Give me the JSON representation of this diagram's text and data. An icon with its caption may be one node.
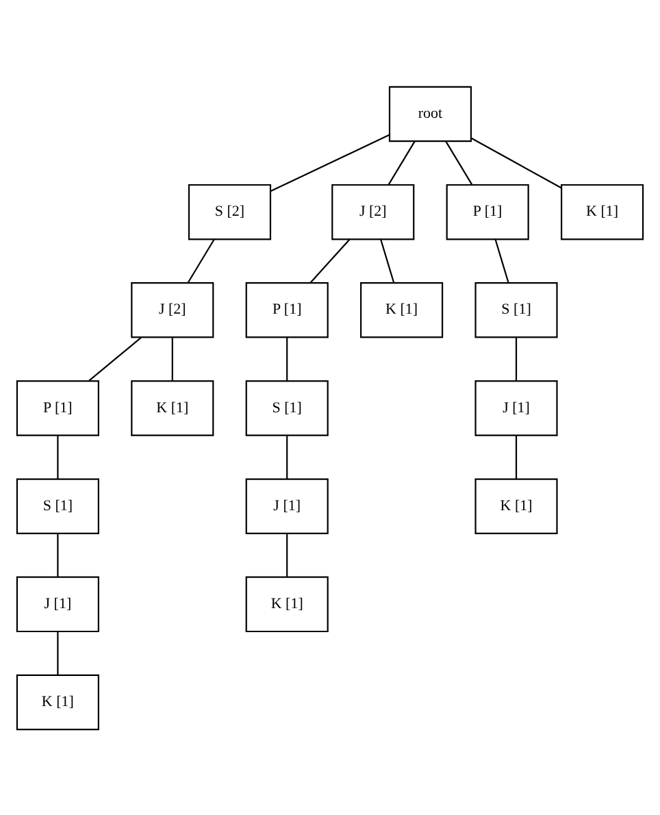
{
  "diagram": {
    "nodes": [
      {
        "text": [
          "root"
        ]
      },
      {
        "text": [
          "S [2]"
        ]
      },
      {
        "text": [
          "J [2]"
        ]
      },
      {
        "text": [
          "P [1]"
        ]
      },
      {
        "text": [
          "K [1]"
        ]
      },
      {
        "text": [
          "J [2]"
        ]
      },
      {
        "text": [
          "P [1]"
        ]
      },
      {
        "text": [
          "K [1]"
        ]
      },
      {
        "text": [
          "S [1]"
        ]
      },
      {
        "text": [
          "P [1]"
        ]
      },
      {
        "text": [
          "K [1]"
        ]
      },
      {
        "text": [
          "S [1]"
        ]
      },
      {
        "text": [
          "J [1]"
        ]
      },
      {
        "text": [
          "S [1]"
        ]
      },
      {
        "text": [
          "J [1]"
        ]
      },
      {
        "text": [
          "K [1]"
        ]
      },
      {
        "text": [
          "J [1]"
        ]
      },
      {
        "text": [
          "K [1]"
        ]
      },
      {
        "text": [
          "K [1]"
        ]
      }
    ],
    "edges": [
      {
        "from": 0,
        "to": 1,
        "arrow": "none"
      },
      {
        "from": 0,
        "to": 2,
        "arrow": "none"
      },
      {
        "from": 0,
        "to": 3,
        "arrow": "none"
      },
      {
        "from": 0,
        "to": 4,
        "arrow": "none"
      },
      {
        "from": 1,
        "to": 5,
        "arrow": "none"
      },
      {
        "from": 2,
        "to": 6,
        "arrow": "none"
      },
      {
        "from": 2,
        "to": 7,
        "arrow": "none"
      },
      {
        "from": 3,
        "to": 8,
        "arrow": "none"
      },
      {
        "from": 5,
        "to": 9,
        "arrow": "none"
      },
      {
        "from": 5,
        "to": 10,
        "arrow": "none"
      },
      {
        "from": 6,
        "to": 11,
        "arrow": "none"
      },
      {
        "from": 8,
        "to": 12,
        "arrow": "none"
      },
      {
        "from": 9,
        "to": 13,
        "arrow": "none"
      },
      {
        "from": 11,
        "to": 14,
        "arrow": "none"
      },
      {
        "from": 12,
        "to": 15,
        "arrow": "none"
      },
      {
        "from": 13,
        "to": 16,
        "arrow": "none"
      },
      {
        "from": 14,
        "to": 17,
        "arrow": "none"
      },
      {
        "from": 16,
        "to": 18,
        "arrow": "none"
      }
    ]
  }
}
